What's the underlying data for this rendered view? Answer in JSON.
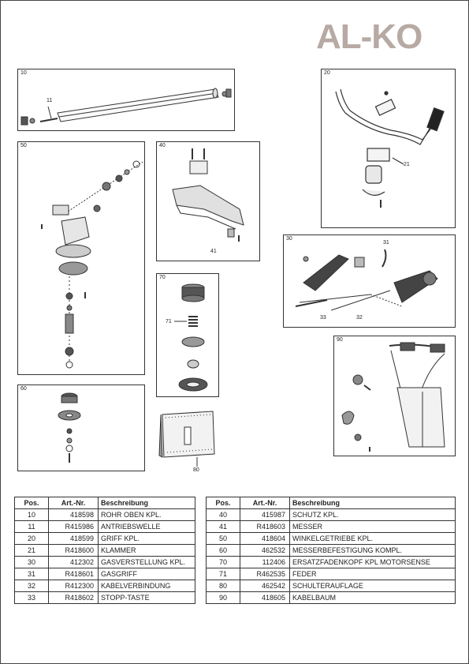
{
  "brand": {
    "logo": "AL-KO"
  },
  "diagrams": {
    "d10": {
      "label": "10",
      "callouts": [
        "11"
      ]
    },
    "d20": {
      "label": "20",
      "callouts": [
        "21"
      ]
    },
    "d50": {
      "label": "50",
      "callouts": []
    },
    "d40": {
      "label": "40",
      "callouts": [
        "41"
      ]
    },
    "d30": {
      "label": "30",
      "callouts": [
        "31",
        "33",
        "32"
      ]
    },
    "d70": {
      "label": "70",
      "callouts": [
        "71"
      ]
    },
    "d90": {
      "label": "90",
      "callouts": []
    },
    "d60": {
      "label": "60",
      "callouts": []
    },
    "d80": {
      "callouts": [
        "80"
      ]
    }
  },
  "parts_tables": {
    "headers": [
      "Pos.",
      "Art.-Nr.",
      "Beschreibung"
    ],
    "left": [
      [
        "10",
        "418598",
        "ROHR OBEN KPL."
      ],
      [
        "11",
        "R415986",
        "ANTRIEBSWELLE"
      ],
      [
        "20",
        "418599",
        "GRIFF KPL."
      ],
      [
        "21",
        "R418600",
        "KLAMMER"
      ],
      [
        "30",
        "412302",
        "GASVERSTELLUNG KPL."
      ],
      [
        "31",
        "R418601",
        "GASGRIFF"
      ],
      [
        "32",
        "R412300",
        "KABELVERBINDUNG"
      ],
      [
        "33",
        "R418602",
        "STOPP-TASTE"
      ]
    ],
    "right": [
      [
        "40",
        "415987",
        "SCHUTZ KPL."
      ],
      [
        "41",
        "R418603",
        "MESSER"
      ],
      [
        "50",
        "418604",
        "WINKELGETRIEBE KPL."
      ],
      [
        "60",
        "462532",
        "MESSERBEFESTIGUNG KOMPL."
      ],
      [
        "70",
        "112406",
        "ERSATZFADENKOPF KPL MOTORSENSE"
      ],
      [
        "71",
        "R462535",
        "FEDER"
      ],
      [
        "80",
        "462542",
        "SCHULTERAUFLAGE"
      ],
      [
        "90",
        "418605",
        "KABELBAUM"
      ]
    ]
  }
}
